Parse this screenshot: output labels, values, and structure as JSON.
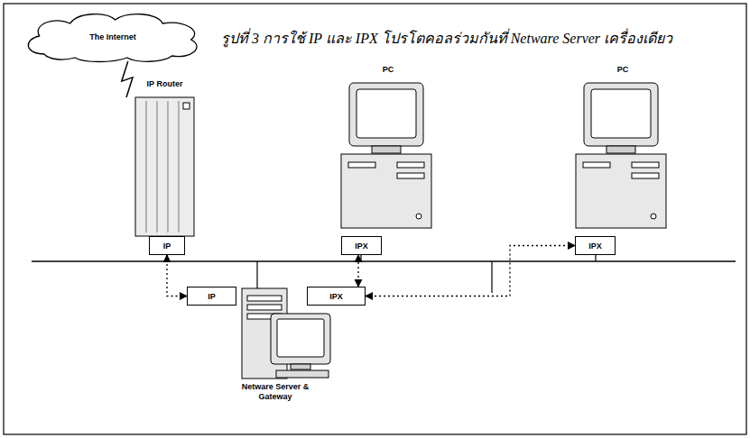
{
  "diagram": {
    "title": "รูปที่ 3 การใช้ IP และ IPX โปรโตคอลร่วมกันที่ Netware Server เครื่องเดียว",
    "nodes": [
      {
        "text": [
          "The Internet"
        ]
      },
      {
        "text": [
          "IP Router"
        ]
      },
      {
        "text": [
          "IP"
        ],
        "in": 1
      },
      {
        "text": [
          "PC"
        ]
      },
      {
        "text": [
          "IPX"
        ],
        "in": 3
      },
      {
        "text": [
          "PC"
        ]
      },
      {
        "text": [
          "IPX"
        ],
        "in": 5
      },
      {
        "text": [
          "Netware Server & Gateway"
        ]
      },
      {
        "text": [
          "IP"
        ],
        "in": 7
      },
      {
        "text": [
          "IPX"
        ],
        "in": 7
      }
    ],
    "edges": [
      {
        "from": 0,
        "to": 1,
        "arrow": "none"
      },
      {
        "from": 2,
        "to": 8,
        "arrow": "both"
      },
      {
        "from": 9,
        "to": 4,
        "arrow": "both"
      },
      {
        "from": 9,
        "to": 6,
        "arrow": "both"
      }
    ]
  }
}
